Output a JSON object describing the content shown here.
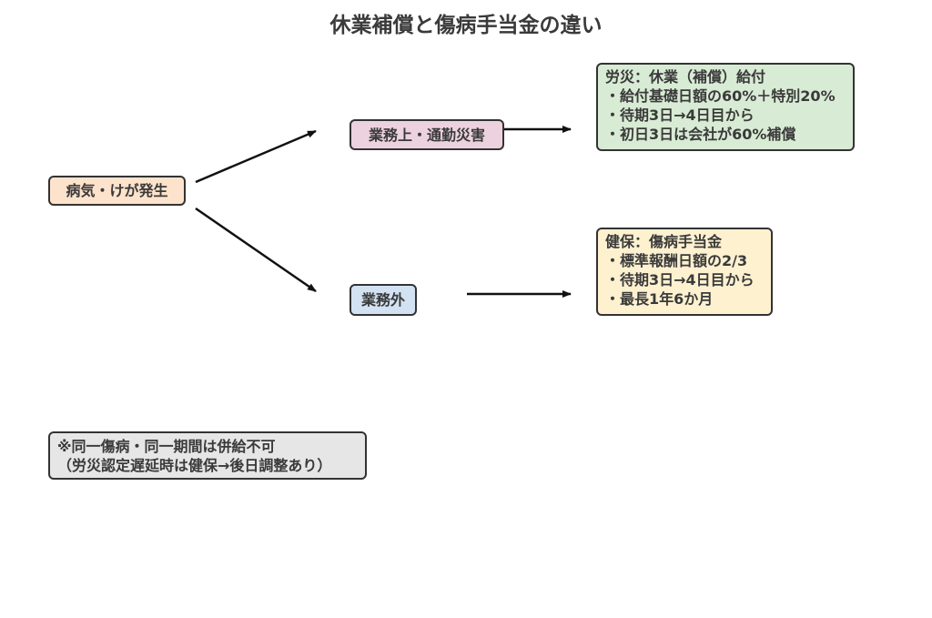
{
  "title": "休業補償と傷病手当金の違い",
  "nodes": {
    "start": "病気・けが発生",
    "work_related": "業務上・通勤災害",
    "non_work": "業務外"
  },
  "rosai": {
    "heading": "労災：休業（補償）給付",
    "items": [
      "・給付基礎日額の60%＋特別20%",
      "・待期3日→4日目から",
      "・初日3日は会社が60%補償"
    ]
  },
  "kenpo": {
    "heading": "健保：傷病手当金",
    "items": [
      "・標準報酬日額の2/3",
      "・待期3日→4日目から",
      "・最長1年6か月"
    ]
  },
  "note": {
    "lines": [
      "※同一傷病・同一期間は併給不可",
      "（労災認定遅延時は健保→後日調整あり）"
    ]
  },
  "colors": {
    "start_fill": "#fde3cc",
    "work_fill": "#ecd2de",
    "nonwork_fill": "#d2e2f3",
    "rosai_fill": "#d8ebd4",
    "kenpo_fill": "#fdf1d0",
    "note_fill": "#e6e6e6"
  }
}
